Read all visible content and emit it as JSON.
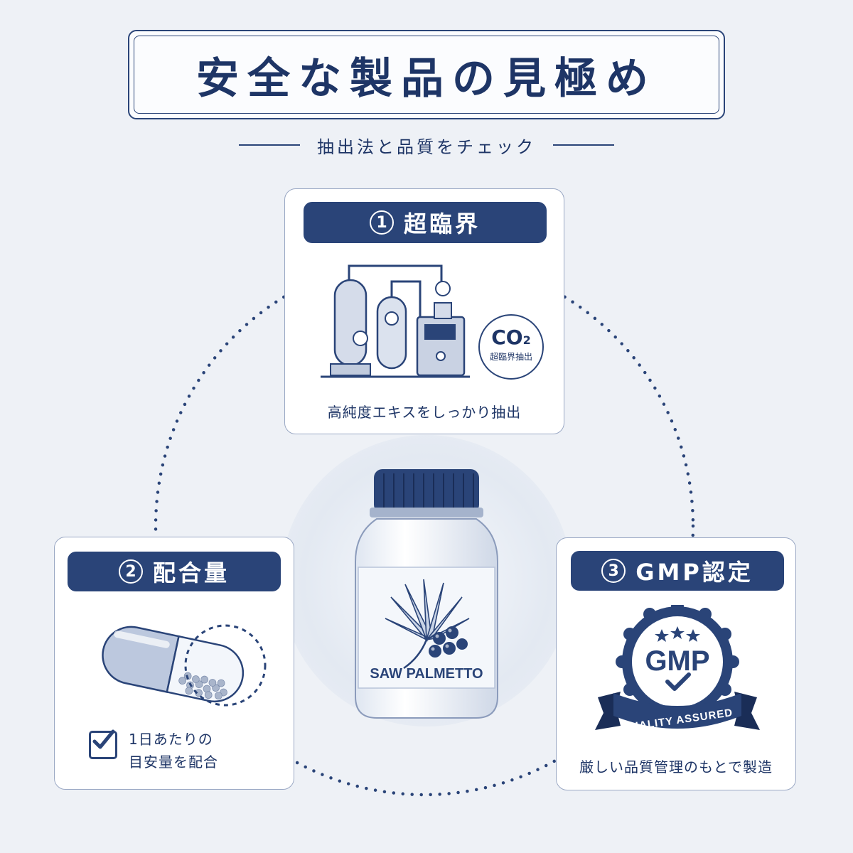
{
  "header": {
    "title": "安全な製品の見極め",
    "subtitle": "抽出法と品質をチェック"
  },
  "cards": [
    {
      "number": "1",
      "label": "超臨界",
      "badge_main": "CO",
      "badge_sub": "2",
      "badge_caption": "超臨界抽出",
      "caption": "高純度エキスをしっかり抽出",
      "icon": "extraction-equipment-icon"
    },
    {
      "number": "2",
      "label": "配合量",
      "caption_line1": "1日あたりの",
      "caption_line2": "目安量を配合",
      "icon": "capsule-icon"
    },
    {
      "number": "3",
      "label": "GMP認定",
      "seal_text": "GMP",
      "ribbon_text": "QUALITY ASSURED",
      "caption": "厳しい品質管理のもとで製造",
      "icon": "gmp-seal-icon"
    }
  ],
  "product": {
    "label": "SAW PALMETTO",
    "icon": "supplement-bottle-icon"
  },
  "colors": {
    "navy": "#2a4478",
    "background": "#eef1f6",
    "card": "#ffffff"
  }
}
